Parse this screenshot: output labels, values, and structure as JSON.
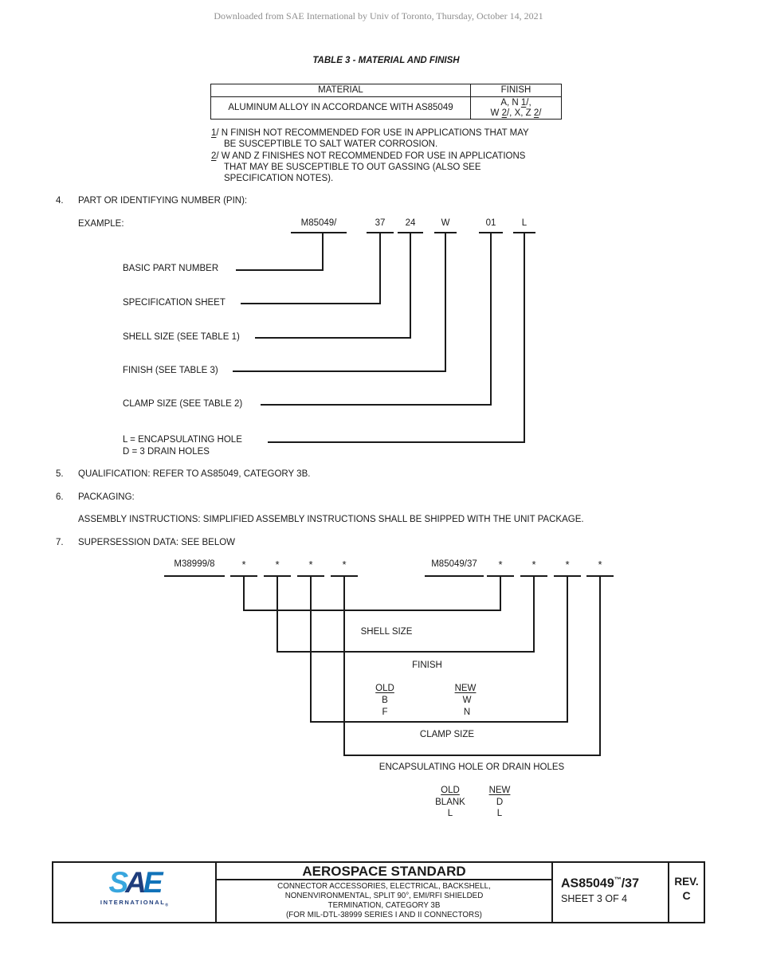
{
  "watermark": "Downloaded from SAE International by Univ of Toronto, Thursday, October 14, 2021",
  "table3": {
    "title": "TABLE 3 - MATERIAL AND FINISH",
    "col_material": "MATERIAL",
    "col_finish": "FINISH",
    "material_value": "ALUMINUM ALLOY IN ACCORDANCE WITH AS85049",
    "finish1_pre": "A, N ",
    "finish1_num": "1",
    "finish1_post": "/,",
    "finish2_pre": "W ",
    "finish2_num1": "2",
    "finish2_mid": "/, X, Z ",
    "finish2_num2": "2",
    "finish2_post": "/"
  },
  "footnotes": {
    "n1": "1",
    "n1_rest": "/ N FINISH NOT RECOMMENDED FOR USE IN APPLICATIONS THAT MAY",
    "n1_line2": "BE SUSCEPTIBLE TO SALT WATER CORROSION.",
    "n2": "2",
    "n2_rest": "/ W AND Z FINISHES NOT RECOMMENDED FOR USE IN APPLICATIONS",
    "n2_line2": "THAT MAY BE SUSCEPTIBLE TO OUT GASSING (ALSO SEE",
    "n2_line3": "SPECIFICATION NOTES)."
  },
  "sections": {
    "s4_num": "4.",
    "s4_text": "PART OR IDENTIFYING NUMBER (PIN):",
    "example_label": "EXAMPLE:",
    "s5_num": "5.",
    "s5_text": "QUALIFICATION: REFER TO AS85049, CATEGORY 3B.",
    "s6_num": "6.",
    "s6_text": "PACKAGING:",
    "s6_sub": "ASSEMBLY INSTRUCTIONS: SIMPLIFIED ASSEMBLY INSTRUCTIONS SHALL BE SHIPPED WITH THE UNIT PACKAGE.",
    "s7_num": "7.",
    "s7_text": "SUPERSESSION DATA: SEE BELOW"
  },
  "pin_example": {
    "segments": [
      "M85049/",
      "37",
      "24",
      "W",
      "01",
      "L"
    ],
    "callouts": [
      "BASIC PART NUMBER",
      "SPECIFICATION SHEET",
      "SHELL SIZE (SEE TABLE 1)",
      "FINISH (SEE TABLE 3)",
      "CLAMP SIZE (SEE TABLE 2)"
    ],
    "callout6_line1": "L = ENCAPSULATING HOLE",
    "callout6_line2": "D = 3 DRAIN HOLES"
  },
  "supersession": {
    "old_part": "M38999/8",
    "new_part": "M85049/37",
    "star": "*",
    "labels": {
      "shell": "SHELL SIZE",
      "finish": "FINISH",
      "clamp": "CLAMP SIZE",
      "encap": "ENCAPSULATING HOLE OR DRAIN HOLES"
    },
    "finish_map": {
      "old_h": "OLD",
      "new_h": "NEW",
      "old1": "B",
      "new1": "W",
      "old2": "F",
      "new2": "N"
    },
    "encap_map": {
      "old_h": "OLD",
      "new_h": "NEW",
      "old1": "BLANK",
      "new1": "D",
      "old2": "L",
      "new2": "L"
    }
  },
  "footer": {
    "logo_s": "S",
    "logo_a": "A",
    "logo_e": "E",
    "logo_sub": "INTERNATIONAL",
    "logo_reg": "®",
    "title": "AEROSPACE STANDARD",
    "desc_lines": [
      "CONNECTOR ACCESSORIES, ELECTRICAL, BACKSHELL,",
      "NONENVIRONMENTAL, SPLIT 90°, EMI/RFI SHIELDED",
      "TERMINATION, CATEGORY 3B",
      "(FOR MIL-DTL-38999 SERIES I AND II CONNECTORS)"
    ],
    "doc_pre": "AS85049",
    "doc_tm": "™",
    "doc_post": "/37",
    "sheet": "SHEET 3 OF 4",
    "rev_label": "REV.",
    "rev_value": "C"
  },
  "colors": {
    "sae_s": "#38a6de",
    "sae_a": "#1e3d7c",
    "sae_e": "#1173b9",
    "text": "#1a1a1a",
    "watermark_gray": "#8f8f8f"
  }
}
